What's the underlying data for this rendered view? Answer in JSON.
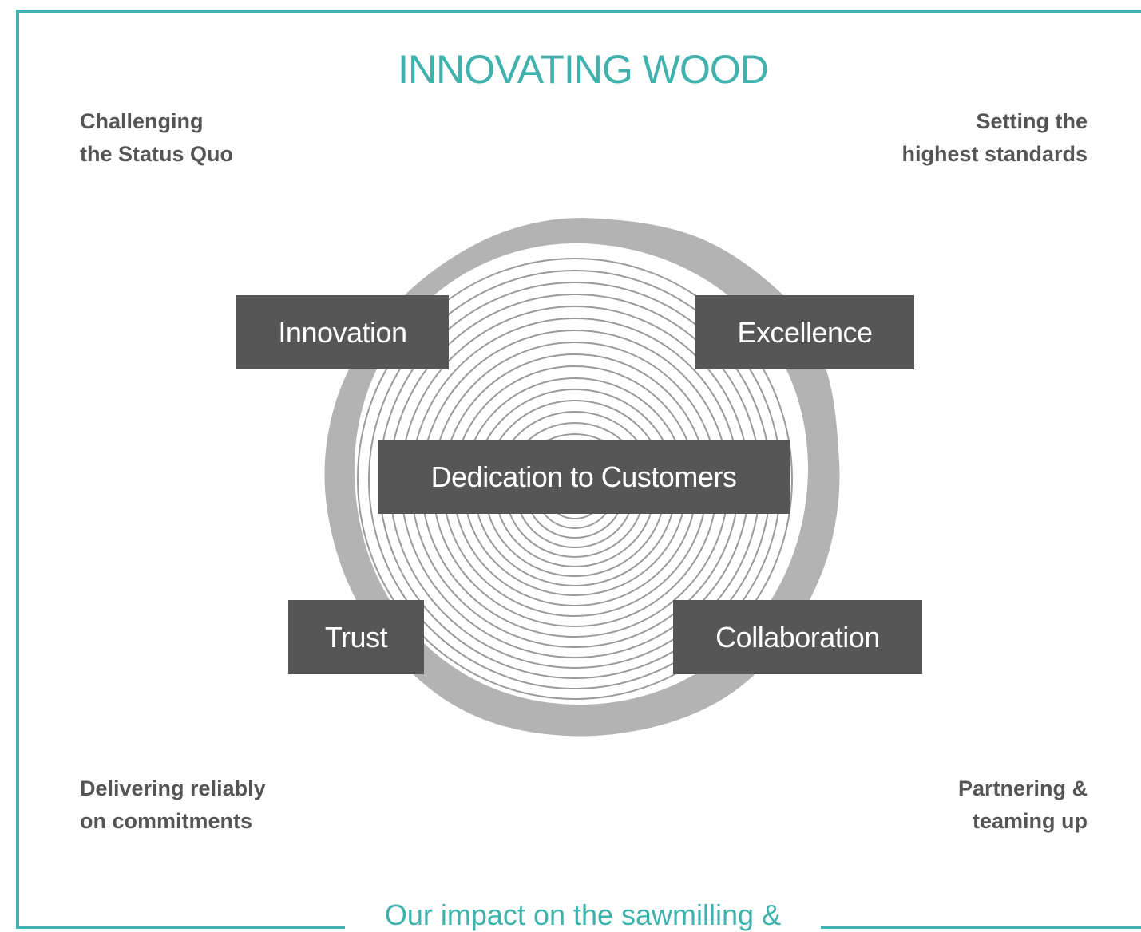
{
  "title": "INNOVATING WOOD",
  "corners": {
    "top_left": [
      "Challenging",
      "the Status Quo"
    ],
    "top_right": [
      "Setting the",
      "highest standards"
    ],
    "bottom_left": [
      "Delivering reliably",
      "on commitments"
    ],
    "bottom_right": [
      "Partnering &",
      "teaming up"
    ]
  },
  "values": {
    "innovation": "Innovation",
    "excellence": "Excellence",
    "center": "Dedication to Customers",
    "trust": "Trust",
    "collaboration": "Collaboration"
  },
  "bottom_heading": "Our impact on the sawmilling &",
  "colors": {
    "accent": "#3fb2ad",
    "box": "#565656",
    "bark": "#b3b3b3",
    "rings": "#9a9a9a"
  },
  "icon": "tree-rings-icon"
}
